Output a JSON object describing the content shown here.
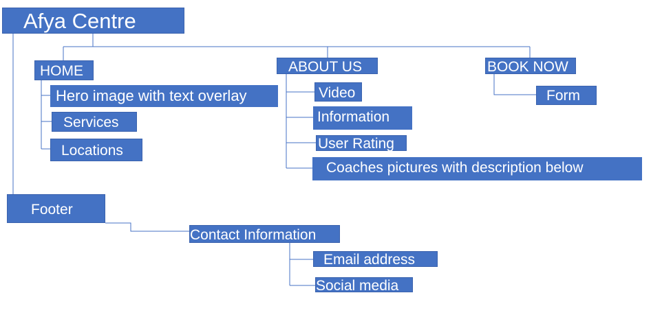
{
  "sitemap": {
    "title": "Afya Centre",
    "home": {
      "label": "HOME",
      "children": [
        "Hero image with text overlay",
        "Services",
        "Locations"
      ]
    },
    "about": {
      "label": "ABOUT US",
      "children": [
        "Video",
        "Information",
        "User Rating",
        "Coaches pictures with description below"
      ]
    },
    "book": {
      "label": "BOOK NOW",
      "children": [
        "Form"
      ]
    },
    "footer": {
      "label": "Footer",
      "contact": {
        "label": "Contact Information",
        "children": [
          "Email address",
          "Social media"
        ]
      }
    }
  },
  "colors": {
    "box_fill": "#4472c4",
    "box_text": "#ffffff",
    "connector": "#4472c4"
  }
}
